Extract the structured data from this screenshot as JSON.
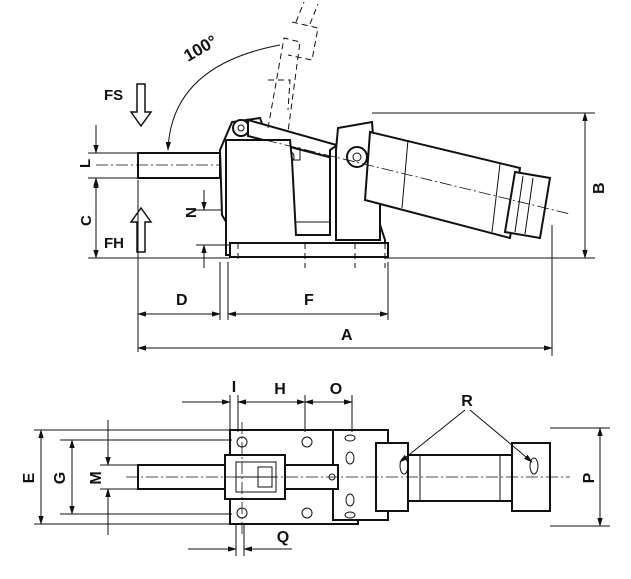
{
  "labels": {
    "angle": "100°",
    "fs": "FS",
    "fh": "FH",
    "l": "L",
    "c": "C",
    "n": "N",
    "b": "B",
    "d": "D",
    "f": "F",
    "a": "A",
    "i": "I",
    "h": "H",
    "o": "O",
    "r": "R",
    "e": "E",
    "g": "G",
    "m": "M",
    "p": "P",
    "q": "Q"
  },
  "colors": {
    "line": "#111111",
    "background": "#ffffff"
  }
}
